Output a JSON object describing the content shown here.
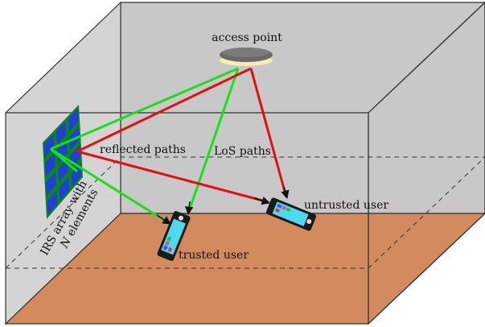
{
  "labels": {
    "access_point": "access point",
    "reflected_paths": "reflected paths",
    "los_paths": "LoS paths",
    "untrusted_user": "untrusted user",
    "trusted_user": "trusted user",
    "irs_line1": "IRS array with",
    "irs_line2_var": "N",
    "irs_line2_rest": " elements"
  },
  "colors": {
    "wall": "#cfcfcf",
    "back_wall": "#c4c4c4",
    "floor": "#d38b5d",
    "irs_cell": "#1f3fd6",
    "irs_frame": "#0a8a12",
    "green_path": "#19e019",
    "red_path": "#e01010",
    "device_screen": "#4fd8ef"
  },
  "icons": [
    "access-point-icon",
    "irs-array-icon",
    "trusted-device-icon",
    "untrusted-device-icon"
  ]
}
